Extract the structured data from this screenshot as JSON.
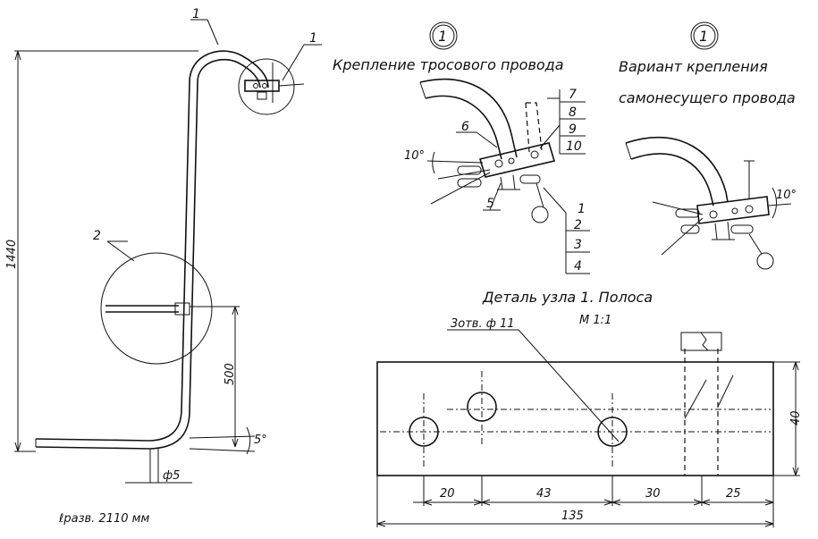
{
  "left_drawing": {
    "callout_1": "1",
    "callout_1b": "1",
    "callout_2": "2",
    "height_dim": "1440",
    "lower_dim": "500",
    "angle": "5°",
    "dia": "ф5",
    "note": "ℓразв. 2110 мм"
  },
  "detail_a": {
    "circle_num": "1",
    "title": "Крепление тросового провода",
    "angle": "10°",
    "parts_right": [
      "7",
      "8",
      "9",
      "10"
    ],
    "parts_bottom": [
      "1",
      "2",
      "3",
      "4"
    ],
    "label_6": "6",
    "label_5": "5"
  },
  "detail_b": {
    "circle_num": "1",
    "title_line1": "Вариант крепления",
    "title_line2": "самонесущего провода",
    "angle": "10°"
  },
  "strip": {
    "title": "Деталь узла 1.  Полоса",
    "scale": "М 1:1",
    "holes_label": "3отв. ф 11",
    "dims": [
      "20",
      "43",
      "30",
      "25"
    ],
    "total": "135",
    "height": "40"
  }
}
